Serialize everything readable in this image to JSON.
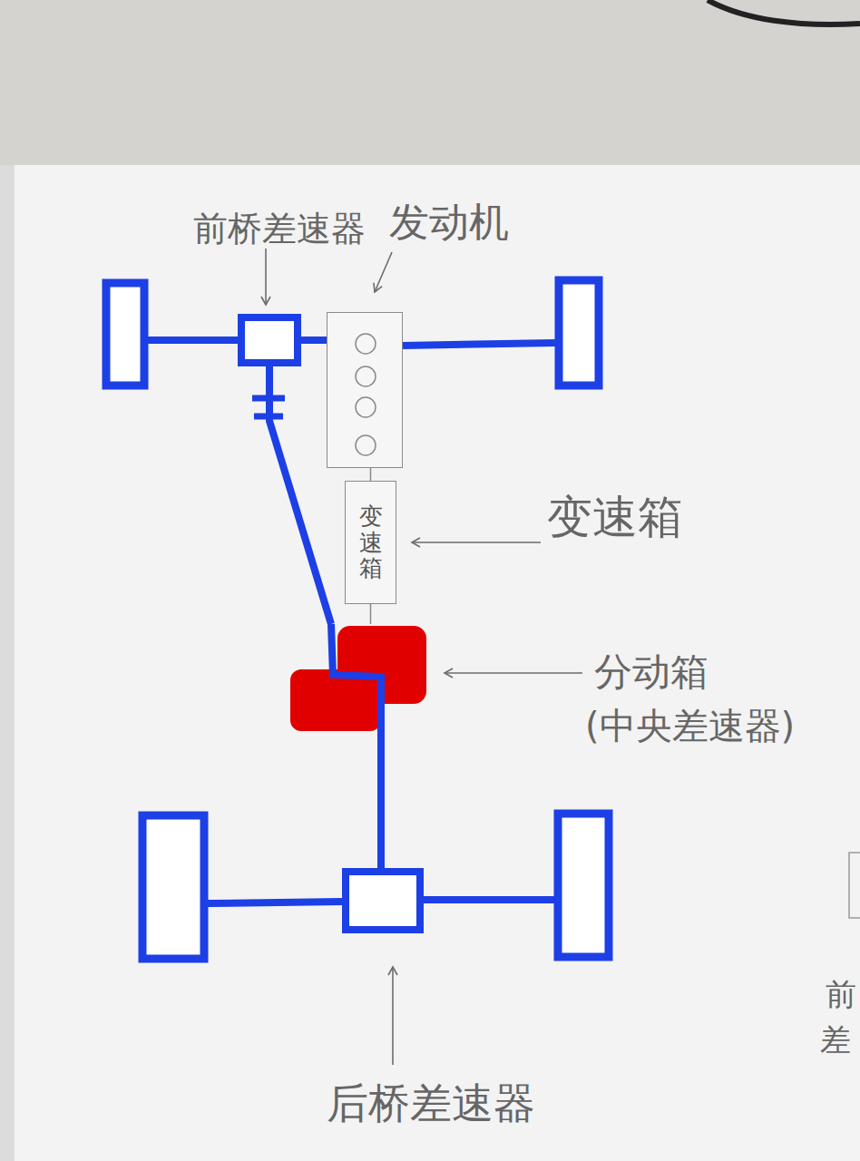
{
  "diagram": {
    "nodes": [
      {
        "text": [
          "前桥差速器"
        ]
      },
      {
        "text": [
          "发动机"
        ]
      },
      {
        "text": [
          "变速箱"
        ]
      },
      {
        "text": [
          "分动箱",
          "(中央差速器)"
        ]
      },
      {
        "text": [
          "后桥差速器"
        ]
      }
    ],
    "edges": [
      {
        "from": 0,
        "to": 1,
        "arrow": "none"
      },
      {
        "from": 1,
        "to": 2,
        "arrow": "none"
      },
      {
        "from": 2,
        "to": 3,
        "arrow": "none"
      },
      {
        "from": 0,
        "to": 3,
        "arrow": "none"
      },
      {
        "from": 3,
        "to": 4,
        "arrow": "none"
      }
    ],
    "labels": [
      "变速箱",
      "前",
      "差"
    ]
  }
}
